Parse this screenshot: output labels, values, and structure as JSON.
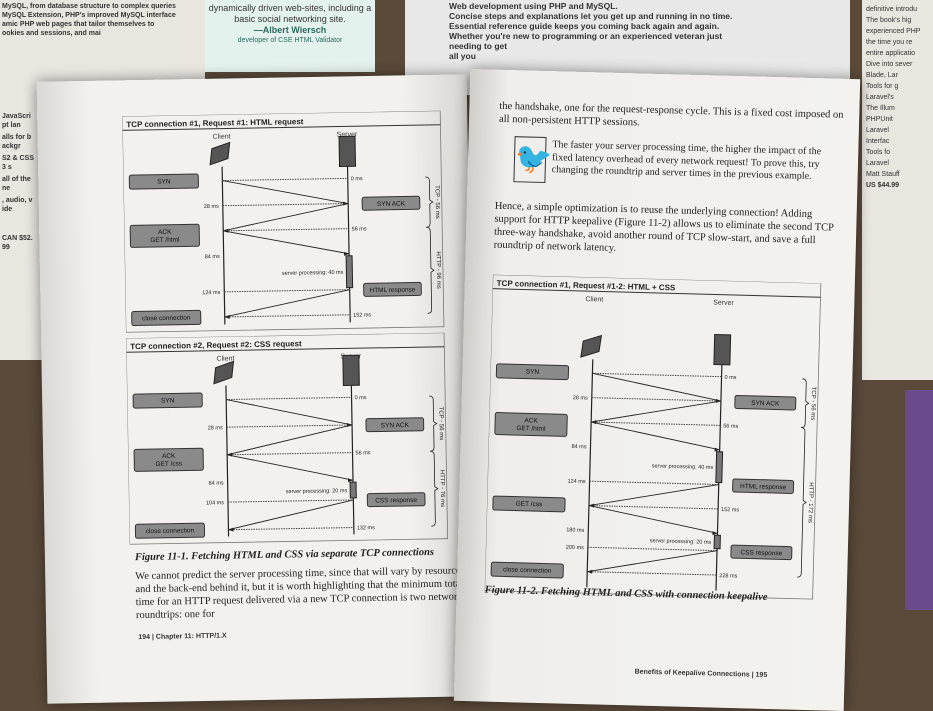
{
  "background_books": {
    "top_left_lines": [
      "MySQL, from database structure to complex queries",
      "MySQL Extension, PHP's improved MySQL interface",
      "amic PHP web pages that tailor themselves to",
      "ookies and sessions, and mai",
      "JavaScript lan",
      "alls for backgr",
      "S2 & CSS3 s",
      "all of the ne",
      ", audio, vide"
    ],
    "top_left_price": "CAN $52.99",
    "quote": "dynamically driven web-sites, including a basic social networking site.",
    "quote_author": "—Albert Wiersch",
    "quote_role": "developer of CSE HTML Validator",
    "top_center_lines": [
      "Web development using PHP and MySQL.",
      "Concise steps and explanations let you get up and running in no time.",
      "Essential reference guide keeps you coming back again and again.",
      "Whether you're new to programming or an experienced veteran just",
      "needing to get",
      "all you"
    ],
    "top_right_lines": [
      "definitive introdu",
      "The book's hig",
      "experienced PHP",
      "the time you re",
      "entire applicatio",
      "Dive into sever",
      "Blade, Lar",
      "Tools for g",
      "Laravel's",
      "The Illum",
      "PHPUnit",
      "Laravel",
      "Interfac",
      "Tools fo",
      "Laravel",
      "Matt Stauff"
    ],
    "top_right_price": "US $44.99"
  },
  "left_page": {
    "figure_caption": "Figure 11-1. Fetching HTML and CSS via separate TCP connections",
    "body": "We cannot predict the server processing time, since that will vary by resource and the back-end behind it, but it is worth highlighting that the minimum total time for an HTTP request delivered via a new TCP connection is two network roundtrips: one for",
    "page_number": "194",
    "chapter": "Chapter 11: HTTP/1.X"
  },
  "right_page": {
    "intro": "the handshake, one for the request-response cycle. This is a fixed cost imposed on all non-persistent HTTP sessions.",
    "tip": "The faster your server processing time, the higher the impact of the fixed latency overhead of every network request! To prove this, try changing the roundtrip and server times in the previous example.",
    "tip_icon": "crow-icon",
    "body": "Hence, a simple optimization is to reuse the underlying connection! Adding support for HTTP keepalive (Figure 11-2) allows us to eliminate the second TCP three-way handshake, avoid another round of TCP slow-start, and save a full roundtrip of network latency.",
    "figure_caption": "Figure 11-2. Fetching HTML and CSS with connection keepalive",
    "section_title": "Benefits of Keepalive Connections",
    "page_number": "195"
  },
  "diagrams": [
    {
      "title": "TCP connection #1, Request #1: HTML request",
      "client_label": "Client",
      "server_label": "Server",
      "client_boxes": [
        {
          "label": "SYN",
          "ms": 0
        },
        {
          "label": "ACK\nGET /html",
          "ms": 56
        },
        {
          "label": "close connection",
          "ms": 152
        }
      ],
      "server_boxes": [
        {
          "label": "SYN ACK",
          "ms": 28
        },
        {
          "label": "HTML response",
          "ms": 124
        }
      ],
      "client_times": [
        {
          "label": "28 ms",
          "ms": 28
        },
        {
          "label": "84 ms",
          "ms": 84
        },
        {
          "label": "124 ms",
          "ms": 124
        }
      ],
      "server_times": [
        {
          "label": "0 ms",
          "ms": 0
        },
        {
          "label": "56 ms",
          "ms": 56
        },
        {
          "label": "152 ms",
          "ms": 152
        }
      ],
      "arrows": [
        [
          0,
          28,
          "c2s"
        ],
        [
          28,
          56,
          "s2c"
        ],
        [
          56,
          84,
          "c2s"
        ],
        [
          124,
          152,
          "s2c"
        ]
      ],
      "processing": [
        {
          "label": "server processing: 40 ms",
          "start": 84,
          "end": 124
        }
      ],
      "braces": [
        {
          "label": "TCP - 56 ms",
          "start": 0,
          "end": 56
        },
        {
          "label": "HTTP - 96 ms",
          "start": 56,
          "end": 152
        }
      ]
    },
    {
      "title": "TCP connection #2, Request #2: CSS request",
      "client_label": "Client",
      "server_label": "Server",
      "client_boxes": [
        {
          "label": "SYN",
          "ms": 0
        },
        {
          "label": "ACK\nGET /css",
          "ms": 56
        },
        {
          "label": "close connection",
          "ms": 132
        }
      ],
      "server_boxes": [
        {
          "label": "SYN ACK",
          "ms": 28
        },
        {
          "label": "CSS response",
          "ms": 104
        }
      ],
      "client_times": [
        {
          "label": "28 ms",
          "ms": 28
        },
        {
          "label": "84 ms",
          "ms": 84
        },
        {
          "label": "104 ms",
          "ms": 104
        }
      ],
      "server_times": [
        {
          "label": "0 ms",
          "ms": 0
        },
        {
          "label": "56 ms",
          "ms": 56
        },
        {
          "label": "132 ms",
          "ms": 132
        }
      ],
      "arrows": [
        [
          0,
          28,
          "c2s"
        ],
        [
          28,
          56,
          "s2c"
        ],
        [
          56,
          84,
          "c2s"
        ],
        [
          104,
          132,
          "s2c"
        ]
      ],
      "processing": [
        {
          "label": "server processing: 20 ms",
          "start": 84,
          "end": 104
        }
      ],
      "braces": [
        {
          "label": "TCP - 56 ms",
          "start": 0,
          "end": 56
        },
        {
          "label": "HTTP - 76 ms",
          "start": 56,
          "end": 132
        }
      ]
    },
    {
      "title": "TCP connection #1, Request #1-2: HTML + CSS",
      "client_label": "Client",
      "server_label": "Server",
      "client_boxes": [
        {
          "label": "SYN",
          "ms": 0
        },
        {
          "label": "ACK\nGET /html",
          "ms": 56
        },
        {
          "label": "GET /css",
          "ms": 152
        },
        {
          "label": "close connection",
          "ms": 228
        }
      ],
      "server_boxes": [
        {
          "label": "SYN ACK",
          "ms": 28
        },
        {
          "label": "HTML response",
          "ms": 124
        },
        {
          "label": "CSS response",
          "ms": 200
        }
      ],
      "client_times": [
        {
          "label": "28 ms",
          "ms": 28
        },
        {
          "label": "84 ms",
          "ms": 84
        },
        {
          "label": "124 ms",
          "ms": 124
        },
        {
          "label": "180 ms",
          "ms": 180
        },
        {
          "label": "200 ms",
          "ms": 200
        }
      ],
      "server_times": [
        {
          "label": "0 ms",
          "ms": 0
        },
        {
          "label": "56 ms",
          "ms": 56
        },
        {
          "label": "152 ms",
          "ms": 152
        },
        {
          "label": "228 ms",
          "ms": 228
        }
      ],
      "arrows": [
        [
          0,
          28,
          "c2s"
        ],
        [
          28,
          56,
          "s2c"
        ],
        [
          56,
          84,
          "c2s"
        ],
        [
          124,
          152,
          "s2c"
        ],
        [
          152,
          180,
          "c2s"
        ],
        [
          200,
          228,
          "s2c"
        ]
      ],
      "processing": [
        {
          "label": "server processing: 40 ms",
          "start": 84,
          "end": 124
        },
        {
          "label": "server processing: 20 ms",
          "start": 180,
          "end": 200
        }
      ],
      "braces": [
        {
          "label": "TCP - 56 ms",
          "start": 0,
          "end": 56
        },
        {
          "label": "HTTP - 172 ms",
          "start": 56,
          "end": 228
        }
      ]
    }
  ]
}
